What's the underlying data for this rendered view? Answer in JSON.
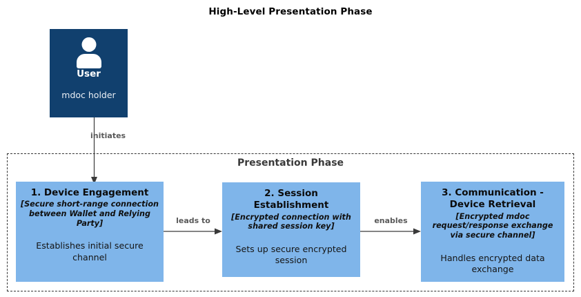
{
  "diagram": {
    "title": "High-Level Presentation Phase",
    "colors": {
      "actor_fill": "#11406E",
      "step_fill": "#7FB5EA",
      "container_border": "#333333",
      "label_text": "#595959",
      "title_text": "#000000"
    }
  },
  "actor": {
    "icon": "user-person-icon",
    "title": "User",
    "subtitle": "mdoc holder"
  },
  "connectors": {
    "initiates": {
      "label": "initiates",
      "direction": "down"
    },
    "leads_to": {
      "label": "leads to",
      "direction": "right"
    },
    "enables": {
      "label": "enables",
      "direction": "right"
    }
  },
  "container": {
    "title": "Presentation Phase",
    "border_style": "dashed"
  },
  "steps": [
    {
      "title": "1. Device Engagement",
      "note": "[Secure short-range connection between Wallet and Relying Party]",
      "description": "Establishes initial secure channel"
    },
    {
      "title": "2. Session Establishment",
      "note": "[Encrypted connection with shared session key]",
      "description": "Sets up secure encrypted session"
    },
    {
      "title": "3. Communication - Device Retrieval",
      "note": "[Encrypted mdoc request/response exchange via secure channel]",
      "description": "Handles encrypted data exchange"
    }
  ]
}
